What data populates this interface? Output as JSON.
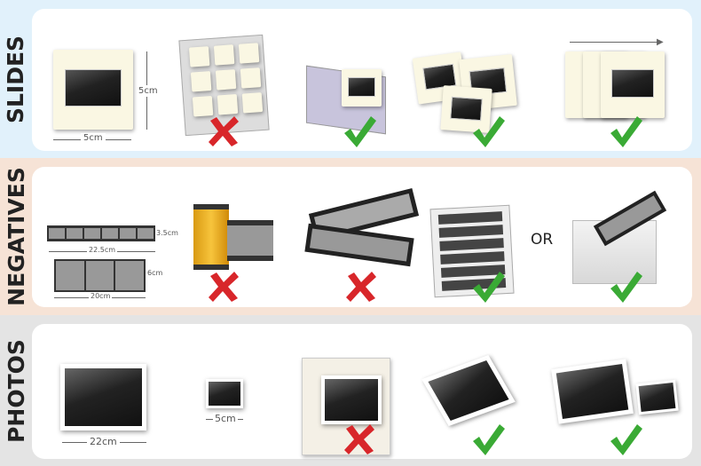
{
  "colors": {
    "slides_bg": "#e1f1fb",
    "negatives_bg": "#f6e3d6",
    "photos_bg": "#e4e4e4",
    "check": "#3aaa35",
    "cross": "#d8262a"
  },
  "slides": {
    "title": "SLIDES",
    "width_label": "5cm",
    "height_label": "5cm",
    "items": [
      {
        "name": "slide-sheet",
        "ok": false
      },
      {
        "name": "slide-box",
        "ok": true
      },
      {
        "name": "loose-slides",
        "ok": true
      },
      {
        "name": "stacked-slides",
        "ok": true
      }
    ]
  },
  "negatives": {
    "title": "NEGATIVES",
    "strip_length": "22.5cm",
    "strip_height": "3.5cm",
    "medium_length": "20cm",
    "medium_height": "6cm",
    "or_label": "OR",
    "items": [
      {
        "name": "film-roll",
        "ok": false
      },
      {
        "name": "loose-strips",
        "ok": false
      },
      {
        "name": "negative-sleeve",
        "ok": true
      },
      {
        "name": "envelope",
        "ok": true
      }
    ]
  },
  "photos": {
    "title": "PHOTOS",
    "large_label": "22cm",
    "small_label": "5cm",
    "items": [
      {
        "name": "photo-album",
        "ok": false
      },
      {
        "name": "photo-stack",
        "ok": true
      },
      {
        "name": "loose-photos",
        "ok": true
      }
    ]
  }
}
